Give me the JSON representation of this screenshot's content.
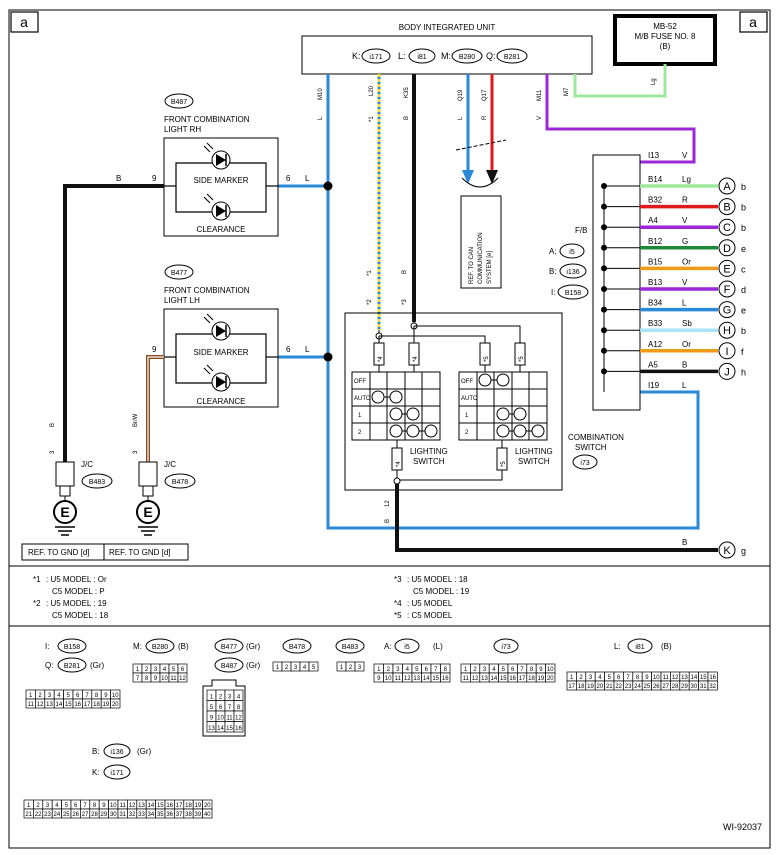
{
  "page": {
    "corner_left": "a",
    "corner_right": "a",
    "drawing_id": "WI-92037"
  },
  "body_unit": {
    "title": "BODY INTEGRATED UNIT",
    "connectors": [
      {
        "prefix": "K:",
        "code": "i171"
      },
      {
        "prefix": "L:",
        "code": "i81"
      },
      {
        "prefix": "M:",
        "code": "B280"
      },
      {
        "prefix": "Q:",
        "code": "B281"
      }
    ]
  },
  "fuse": {
    "line1": "MB-52",
    "line2": "M/B FUSE NO. 8",
    "connector": "(B)",
    "wire_color": "Lg"
  },
  "wires_top": {
    "m10": "M10",
    "l20": "L20",
    "k35": "K35",
    "q19": "Q19",
    "q17": "Q17",
    "m11": "M11",
    "m7": "M7",
    "col_l": "L",
    "col_y": "*1",
    "col_b": "B",
    "col_q19": "L",
    "col_q17": "R",
    "col_v": "V"
  },
  "light_rh": {
    "connector": "B487",
    "title1": "FRONT COMBINATION",
    "title2": "LIGHT RH",
    "side_marker": "SIDE MARKER",
    "clearance": "CLEARANCE",
    "pin_left": "9",
    "pin_right": "6",
    "wire_left": "B",
    "wire_right": "L"
  },
  "light_lh": {
    "connector": "B477",
    "title1": "FRONT COMBINATION",
    "title2": "LIGHT LH",
    "side_marker": "SIDE MARKER",
    "clearance": "CLEARANCE",
    "pin_left": "9",
    "pin_right": "6",
    "wire_right": "L"
  },
  "can_ref": {
    "lines": [
      "REF. TO CAN",
      "COMMUNICATION",
      "SYSTEM [e]"
    ]
  },
  "combo_pins": {
    "side_labels": [
      {
        "prefix": "F/B",
        "code": ""
      },
      {
        "prefix": "A:",
        "code": "i5"
      },
      {
        "prefix": "B:",
        "code": "i136"
      },
      {
        "prefix": "I:",
        "code": "B158"
      }
    ],
    "rows": [
      {
        "pin": "I13",
        "color": "V",
        "hex": "#9b27d6",
        "letter": "",
        "suffix": ""
      },
      {
        "pin": "B14",
        "color": "Lg",
        "hex": "#9de89d",
        "letter": "A",
        "suffix": "b"
      },
      {
        "pin": "B32",
        "color": "R",
        "hex": "#e01a1a",
        "letter": "B",
        "suffix": "b"
      },
      {
        "pin": "A4",
        "color": "V",
        "hex": "#9b27d6",
        "letter": "C",
        "suffix": "b"
      },
      {
        "pin": "B12",
        "color": "G",
        "hex": "#1a8a3a",
        "letter": "D",
        "suffix": "e"
      },
      {
        "pin": "B15",
        "color": "Or",
        "hex": "#f09a1a",
        "letter": "E",
        "suffix": "c"
      },
      {
        "pin": "B13",
        "color": "V",
        "hex": "#9b27d6",
        "letter": "F",
        "suffix": "d"
      },
      {
        "pin": "B34",
        "color": "L",
        "hex": "#2a8ad8",
        "letter": "G",
        "suffix": "e"
      },
      {
        "pin": "B33",
        "color": "Sb",
        "hex": "#a8e4f4",
        "letter": "H",
        "suffix": "b"
      },
      {
        "pin": "A12",
        "color": "Or",
        "hex": "#f09a1a",
        "letter": "I",
        "suffix": "f"
      },
      {
        "pin": "A5",
        "color": "B",
        "hex": "#111111",
        "letter": "J",
        "suffix": "h"
      },
      {
        "pin": "I19",
        "color": "L",
        "hex": "#2a8ad8",
        "letter": "",
        "suffix": ""
      }
    ],
    "bottom_wire": "B",
    "bottom_letter": "K",
    "bottom_suffix": "g"
  },
  "combination_switch": {
    "label1": "COMBINATION",
    "label2": "SWITCH",
    "connector": "i73"
  },
  "lighting_switch": {
    "label1": "LIGHTING",
    "label2": "SWITCH",
    "positions": [
      "OFF",
      "AUTO",
      "1",
      "2"
    ],
    "marks": {
      "s4": "*4",
      "s5": "*5"
    },
    "lower_wire": "B",
    "lower_pin": "12",
    "wire_marks": {
      "y": "*1",
      "b": "B",
      "y2": "*2",
      "b2": "*3"
    }
  },
  "grounds": [
    {
      "pin": "3",
      "wire": "B",
      "connector": "B483",
      "jc": "J/C",
      "symbol": "E",
      "ref": "REF. TO GND [d]"
    },
    {
      "pin": "3",
      "wire": "Br/W",
      "connector": "B478",
      "jc": "J/C",
      "symbol": "E",
      "ref": "REF. TO GND [d]"
    }
  ],
  "notes": {
    "left": [
      {
        "mark": "*1",
        "lines": [
          ": U5 MODEL  : Or",
          "C5 MODEL  : P"
        ]
      },
      {
        "mark": "*2",
        "lines": [
          ": U5 MODEL  : 19",
          "C5 MODEL  : 18"
        ]
      }
    ],
    "right": [
      {
        "mark": "*3",
        "lines": [
          ": U5 MODEL  : 18",
          "C5 MODEL  : 19"
        ]
      },
      {
        "mark": "*4",
        "lines": [
          ": U5 MODEL"
        ]
      },
      {
        "mark": "*5",
        "lines": [
          ": C5 MODEL"
        ]
      }
    ]
  },
  "connector_views": [
    {
      "prefix": "I:",
      "code": "B158",
      "color": ""
    },
    {
      "prefix": "Q:",
      "code": "B281",
      "color": "(Gr)"
    },
    {
      "prefix": "M:",
      "code": "B280",
      "color": "(B)"
    },
    {
      "prefix": "",
      "code": "B477",
      "color": "(Gr)"
    },
    {
      "prefix": "",
      "code": "B487",
      "color": "(Gr)"
    },
    {
      "prefix": "",
      "code": "B478",
      "color": ""
    },
    {
      "prefix": "",
      "code": "B483",
      "color": ""
    },
    {
      "prefix": "A:",
      "code": "i5",
      "color": "(L)"
    },
    {
      "prefix": "",
      "code": "i73",
      "color": ""
    },
    {
      "prefix": "L:",
      "code": "i81",
      "color": "(B)"
    },
    {
      "prefix": "B:",
      "code": "i136",
      "color": "(Gr)"
    },
    {
      "prefix": "K:",
      "code": "i171",
      "color": ""
    }
  ],
  "pin_grids": {
    "b158": [
      [
        "1",
        "2",
        "3",
        "4",
        "5",
        "6",
        "7",
        "8",
        "9",
        "10"
      ],
      [
        "11",
        "12",
        "13",
        "14",
        "15",
        "16",
        "17",
        "18",
        "19",
        "20"
      ]
    ],
    "b280": [
      [
        "1",
        "2",
        "3",
        "4",
        "5",
        "6"
      ],
      [
        "7",
        "8",
        "9",
        "10",
        "11",
        "12"
      ]
    ],
    "b477": [
      [
        "1",
        "2",
        "3",
        "4"
      ],
      [
        "5",
        "6",
        "7",
        "8"
      ],
      [
        "9",
        "10",
        "11",
        "12"
      ],
      [
        "13",
        "14",
        "15",
        "16"
      ]
    ],
    "b478": [
      [
        "1",
        "2",
        "3",
        "4",
        "5"
      ]
    ],
    "b483": [
      [
        "1",
        "2",
        "3"
      ]
    ],
    "i5": [
      [
        "1",
        "2",
        "3",
        "4",
        "5",
        "6",
        "7",
        "8"
      ],
      [
        "9",
        "10",
        "11",
        "12",
        "13",
        "14",
        "15",
        "16"
      ]
    ],
    "i73": [
      [
        "1",
        "2",
        "3",
        "4",
        "5",
        "6",
        "7",
        "8",
        "9",
        "10"
      ],
      [
        "11",
        "12",
        "13",
        "14",
        "15",
        "16",
        "17",
        "18",
        "19",
        "20"
      ]
    ],
    "i81": [
      [
        "1",
        "2",
        "3",
        "4",
        "5",
        "6",
        "7",
        "8",
        "9",
        "10",
        "11",
        "12",
        "13",
        "14",
        "15",
        "16"
      ],
      [
        "17",
        "18",
        "19",
        "20",
        "21",
        "22",
        "23",
        "24",
        "25",
        "26",
        "27",
        "28",
        "29",
        "30",
        "31",
        "32"
      ]
    ],
    "i136": [
      [
        "1",
        "2",
        "3",
        "4",
        "5",
        "6",
        "7",
        "8",
        "9",
        "10",
        "11",
        "12",
        "13",
        "14",
        "15",
        "16",
        "17",
        "18",
        "19",
        "20"
      ],
      [
        "21",
        "22",
        "23",
        "24",
        "25",
        "26",
        "27",
        "28",
        "29",
        "30",
        "31",
        "32",
        "33",
        "34",
        "35",
        "36",
        "37",
        "38",
        "39",
        "40"
      ]
    ]
  }
}
